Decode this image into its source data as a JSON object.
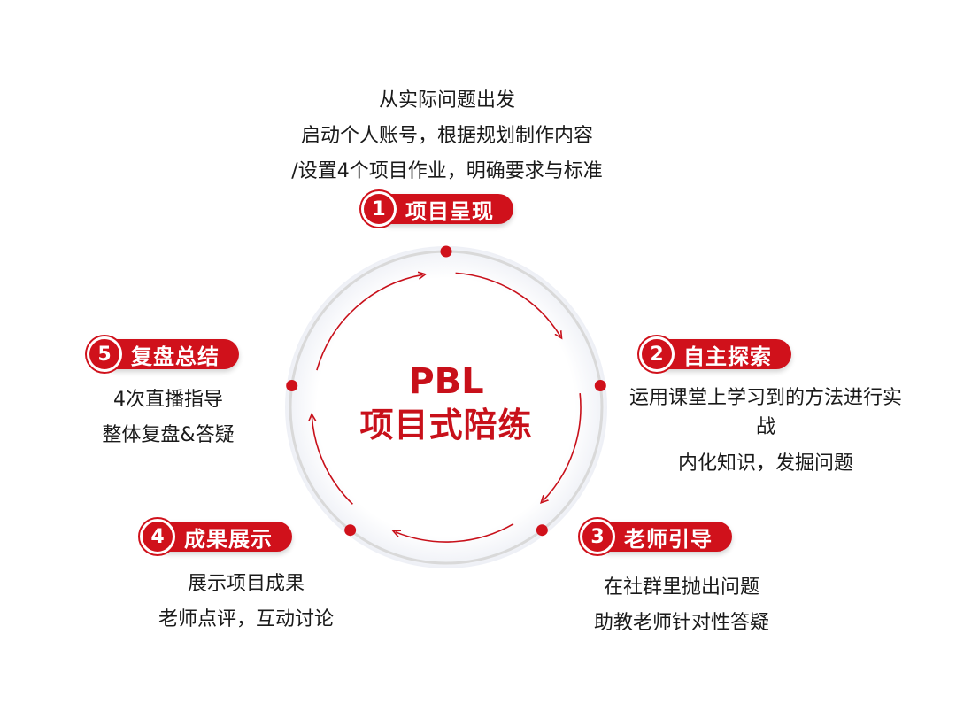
{
  "center": {
    "line1": "PBL",
    "line2": "项目式陪练"
  },
  "steps": [
    {
      "num": "1",
      "title": "项目呈现",
      "lines": [
        "从实际问题出发",
        "启动个人账号，根据规划制作内容",
        "/设置4个项目作业，明确要求与标准"
      ]
    },
    {
      "num": "2",
      "title": "自主探索",
      "lines": [
        "运用课堂上学习到的方法进行实",
        "战",
        "内化知识，发掘问题"
      ]
    },
    {
      "num": "3",
      "title": "老师引导",
      "lines": [
        "在社群里抛出问题",
        "助教老师针对性答疑"
      ]
    },
    {
      "num": "4",
      "title": "成果展示",
      "lines": [
        "展示项目成果",
        "老师点评，互动讨论"
      ]
    },
    {
      "num": "5",
      "title": "复盘总结",
      "lines": [
        "4次直播指导",
        "整体复盘&答疑"
      ]
    }
  ],
  "colors": {
    "accent": "#d0111b",
    "ring": "#d9d9d9",
    "text": "#1a1a1a"
  }
}
